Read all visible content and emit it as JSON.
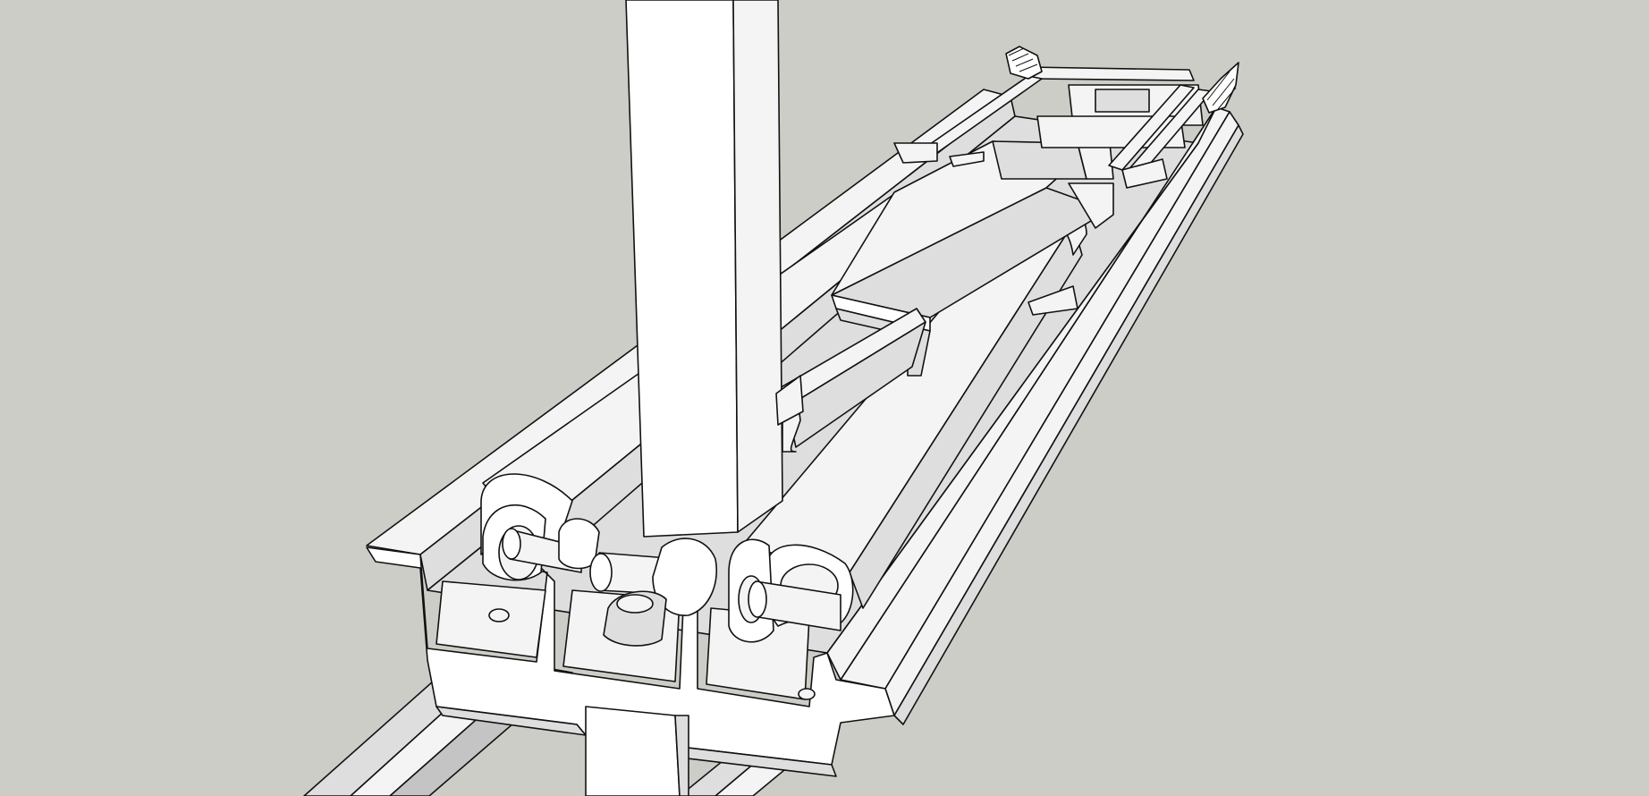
{
  "viewport": {
    "background_color": "#cdcdc8",
    "model_fill_light": "#f4f4f4",
    "model_fill_mid": "#dedede",
    "model_fill_dark": "#c4c4c4",
    "edge_color": "#111111"
  },
  "model": {
    "components": [
      {
        "name": "vertical-post"
      },
      {
        "name": "channel-frame"
      },
      {
        "name": "left-cylinder"
      },
      {
        "name": "right-cylinder"
      },
      {
        "name": "center-slide-block"
      },
      {
        "name": "pivot-pin-assembly"
      },
      {
        "name": "floor-rails"
      },
      {
        "name": "far-end-clamp-assembly"
      }
    ]
  }
}
